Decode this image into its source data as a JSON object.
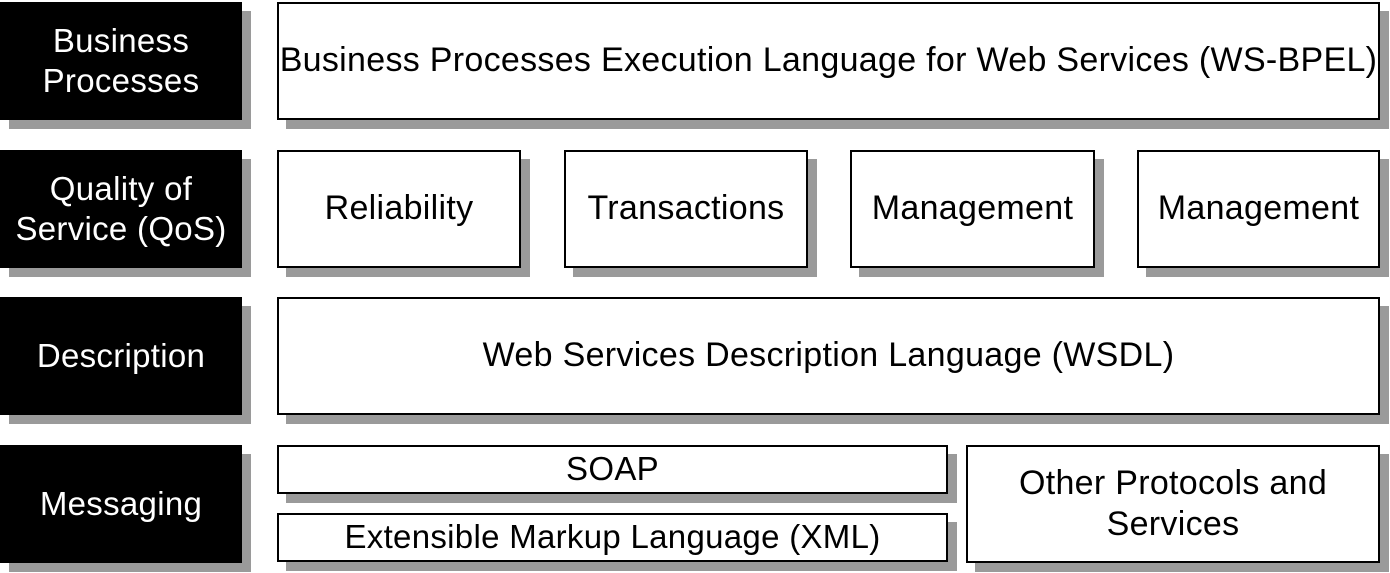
{
  "layers": {
    "business_processes": {
      "label": "Business\nProcesses",
      "items": [
        "Business Processes Execution Language for Web Services (WS-BPEL)"
      ]
    },
    "quality_of_service": {
      "label": "Quality of\nService (QoS)",
      "items": [
        "Reliability",
        "Transactions",
        "Management",
        "Management"
      ]
    },
    "description": {
      "label": "Description",
      "items": [
        "Web Services Description Language (WSDL)"
      ]
    },
    "messaging": {
      "label": "Messaging",
      "items": [
        "SOAP",
        "Extensible Markup Language (XML)",
        "Other Protocols and\nServices"
      ]
    }
  },
  "colors": {
    "label_background": "#000000",
    "label_text": "#ffffff",
    "cell_background": "#ffffff",
    "cell_border": "#000000",
    "shadow": "#9a9a9a"
  }
}
